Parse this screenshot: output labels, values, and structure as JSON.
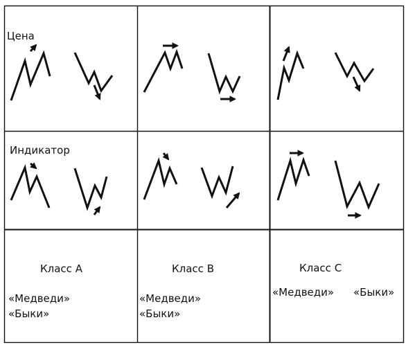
{
  "rows": {
    "price_label": "Цена",
    "indicator_label": "Индикатор"
  },
  "classes": [
    {
      "name": "Класс А",
      "bears": "«Медведи»",
      "bulls": "«Быки»"
    },
    {
      "name": "Класс В",
      "bears": "«Медведи»",
      "bulls": "«Быки»"
    },
    {
      "name": "Класс С",
      "bears": "«Медведи»",
      "bulls": "«Быки»"
    }
  ],
  "colors": {
    "stroke": "#111111",
    "grid": "#111111",
    "background": "#ffffff"
  }
}
